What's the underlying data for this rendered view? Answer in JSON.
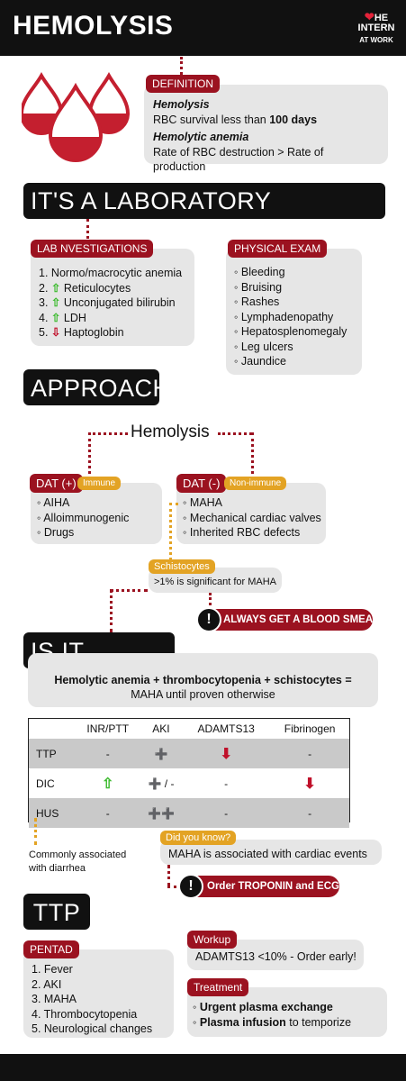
{
  "header": {
    "title": "HEMOLYSIS",
    "logo_line1": "HE",
    "logo_line2": "INTERN",
    "logo_line3": "AT WORK"
  },
  "definition": {
    "tag": "DEFINITION",
    "term1": "Hemolysis",
    "text1_pre": "RBC survival less than ",
    "text1_bold": "100 days",
    "term2": "Hemolytic anemia",
    "text2": "Rate of RBC destruction > Rate of production"
  },
  "lab_banner": "IT'S A LABORATORY DIAGNOSIS",
  "lab": {
    "tag": "LAB NVESTIGATIONS",
    "items": [
      {
        "num": "1.",
        "arrow": "",
        "text": "Normo/macrocytic anemia"
      },
      {
        "num": "2.",
        "arrow": "up",
        "text": "Reticulocytes"
      },
      {
        "num": "3.",
        "arrow": "up",
        "text": "Unconjugated bilirubin"
      },
      {
        "num": "4.",
        "arrow": "up",
        "text": "LDH"
      },
      {
        "num": "5.",
        "arrow": "down",
        "text": "Haptoglobin"
      }
    ]
  },
  "exam": {
    "tag": "PHYSICAL EXAM",
    "items": [
      "Bleeding",
      "Bruising",
      "Rashes",
      "Lymphadenopathy",
      "Hepatosplenomegaly",
      "Leg ulcers",
      "Jaundice"
    ]
  },
  "approach": {
    "banner": "APPROACH",
    "root": "Hemolysis",
    "dat_pos": "DAT (+)",
    "immune": "Immune",
    "immune_items": [
      "AIHA",
      "Alloimmunogenic",
      "Drugs"
    ],
    "dat_neg": "DAT (-)",
    "nonimmune": "Non-immune",
    "nonimmune_items": [
      "MAHA",
      "Mechanical cardiac valves",
      "Inherited RBC defects"
    ],
    "schisto_tag": "Schistocytes",
    "schisto_text": ">1% is significant for MAHA",
    "alert": "ALWAYS GET A BLOOD SMEAR"
  },
  "maha": {
    "banner": "IS IT MAHA?",
    "line1": "Hemolytic anemia + thrombocytopenia + schistocytes =",
    "line2": "MAHA until proven otherwise",
    "table_headers": [
      "",
      "INR/PTT",
      "AKI",
      "ADAMTS13",
      "Fibrinogen"
    ],
    "rows": [
      {
        "label": "TTP",
        "inr": "-",
        "aki": "+",
        "adamts": "down",
        "fib": "-"
      },
      {
        "label": "DIC",
        "inr": "up",
        "aki": "+ / -",
        "adamts": "-",
        "fib": "down"
      },
      {
        "label": "HUS",
        "inr": "-",
        "aki": "++",
        "adamts": "-",
        "fib": "-"
      }
    ],
    "hus_note": "Commonly associated with diarrhea",
    "dyk_tag": "Did you know?",
    "dyk_text": "MAHA is associated with cardiac events",
    "alert": "Order TROPONIN and ECG"
  },
  "ttp": {
    "banner": "TTP",
    "pentad_tag": "PENTAD",
    "pentad": [
      "1. Fever",
      "2. AKI",
      "3. MAHA",
      "4. Thrombocytopenia",
      "5. Neurological changes"
    ],
    "workup_tag": "Workup",
    "workup_text": "ADAMTS13 <10%  -  Order early!",
    "treatment_tag": "Treatment",
    "treatment1_bold": "Urgent plasma exchange",
    "treatment2_bold": "Plasma infusion",
    "treatment2_rest": " to temporize"
  },
  "colors": {
    "accent_red": "#9b1220",
    "accent_gold": "#e3a324",
    "dark": "#111111",
    "box_grey": "#e6e6e6",
    "up_green": "#3dbb2f",
    "down_red": "#c0102a"
  }
}
